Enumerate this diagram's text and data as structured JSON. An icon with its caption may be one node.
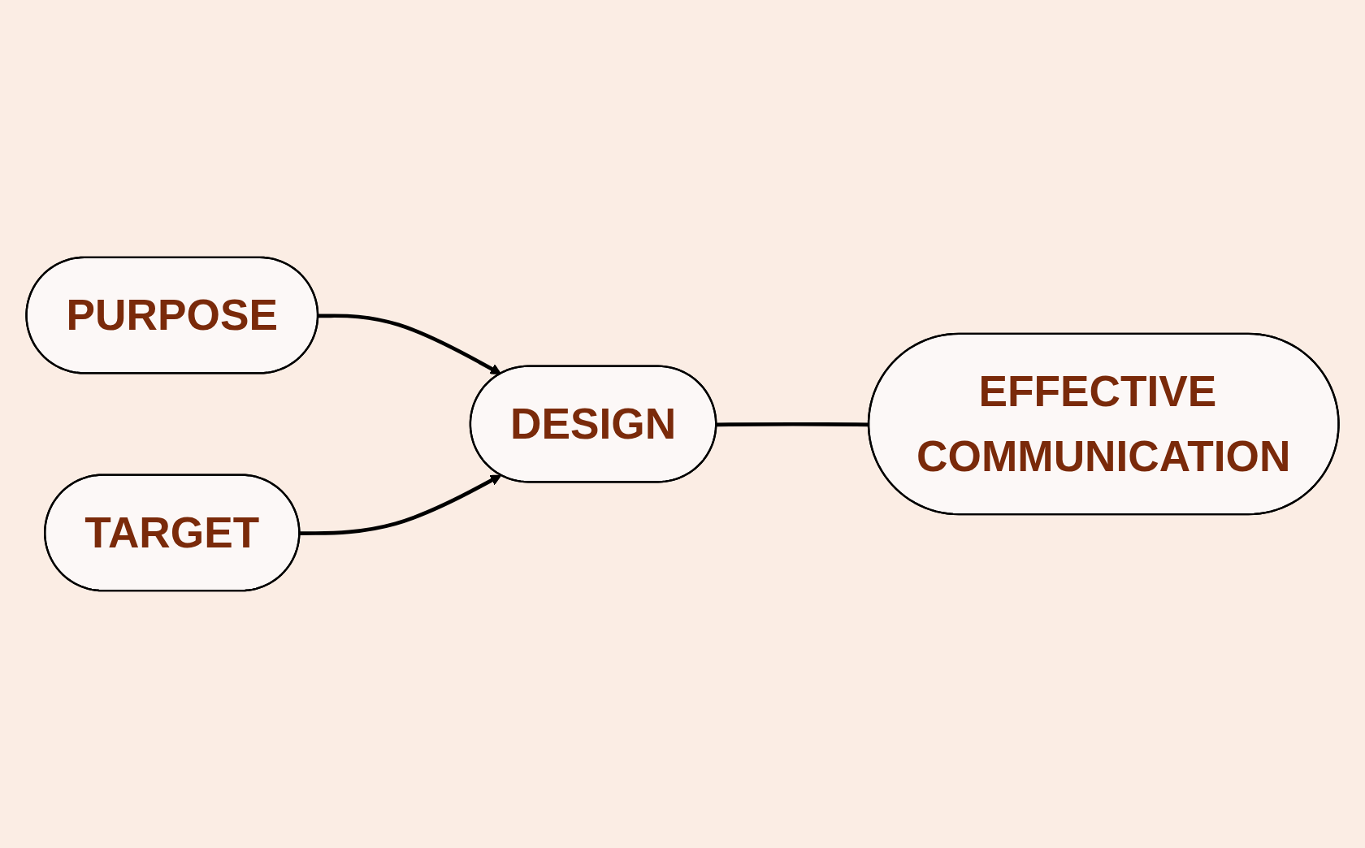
{
  "diagram": {
    "nodes": [
      {
        "text": [
          "PURPOSE"
        ]
      },
      {
        "text": [
          "DESIGN"
        ]
      },
      {
        "text": [
          "TARGET"
        ]
      },
      {
        "text": [
          "EFFECTIVE COMMUNICATION"
        ]
      }
    ],
    "edges": [
      {
        "from": 0,
        "to": 1,
        "arrow": "to"
      },
      {
        "from": 2,
        "to": 1,
        "arrow": "to"
      },
      {
        "from": 1,
        "to": 3,
        "arrow": "none"
      }
    ]
  }
}
